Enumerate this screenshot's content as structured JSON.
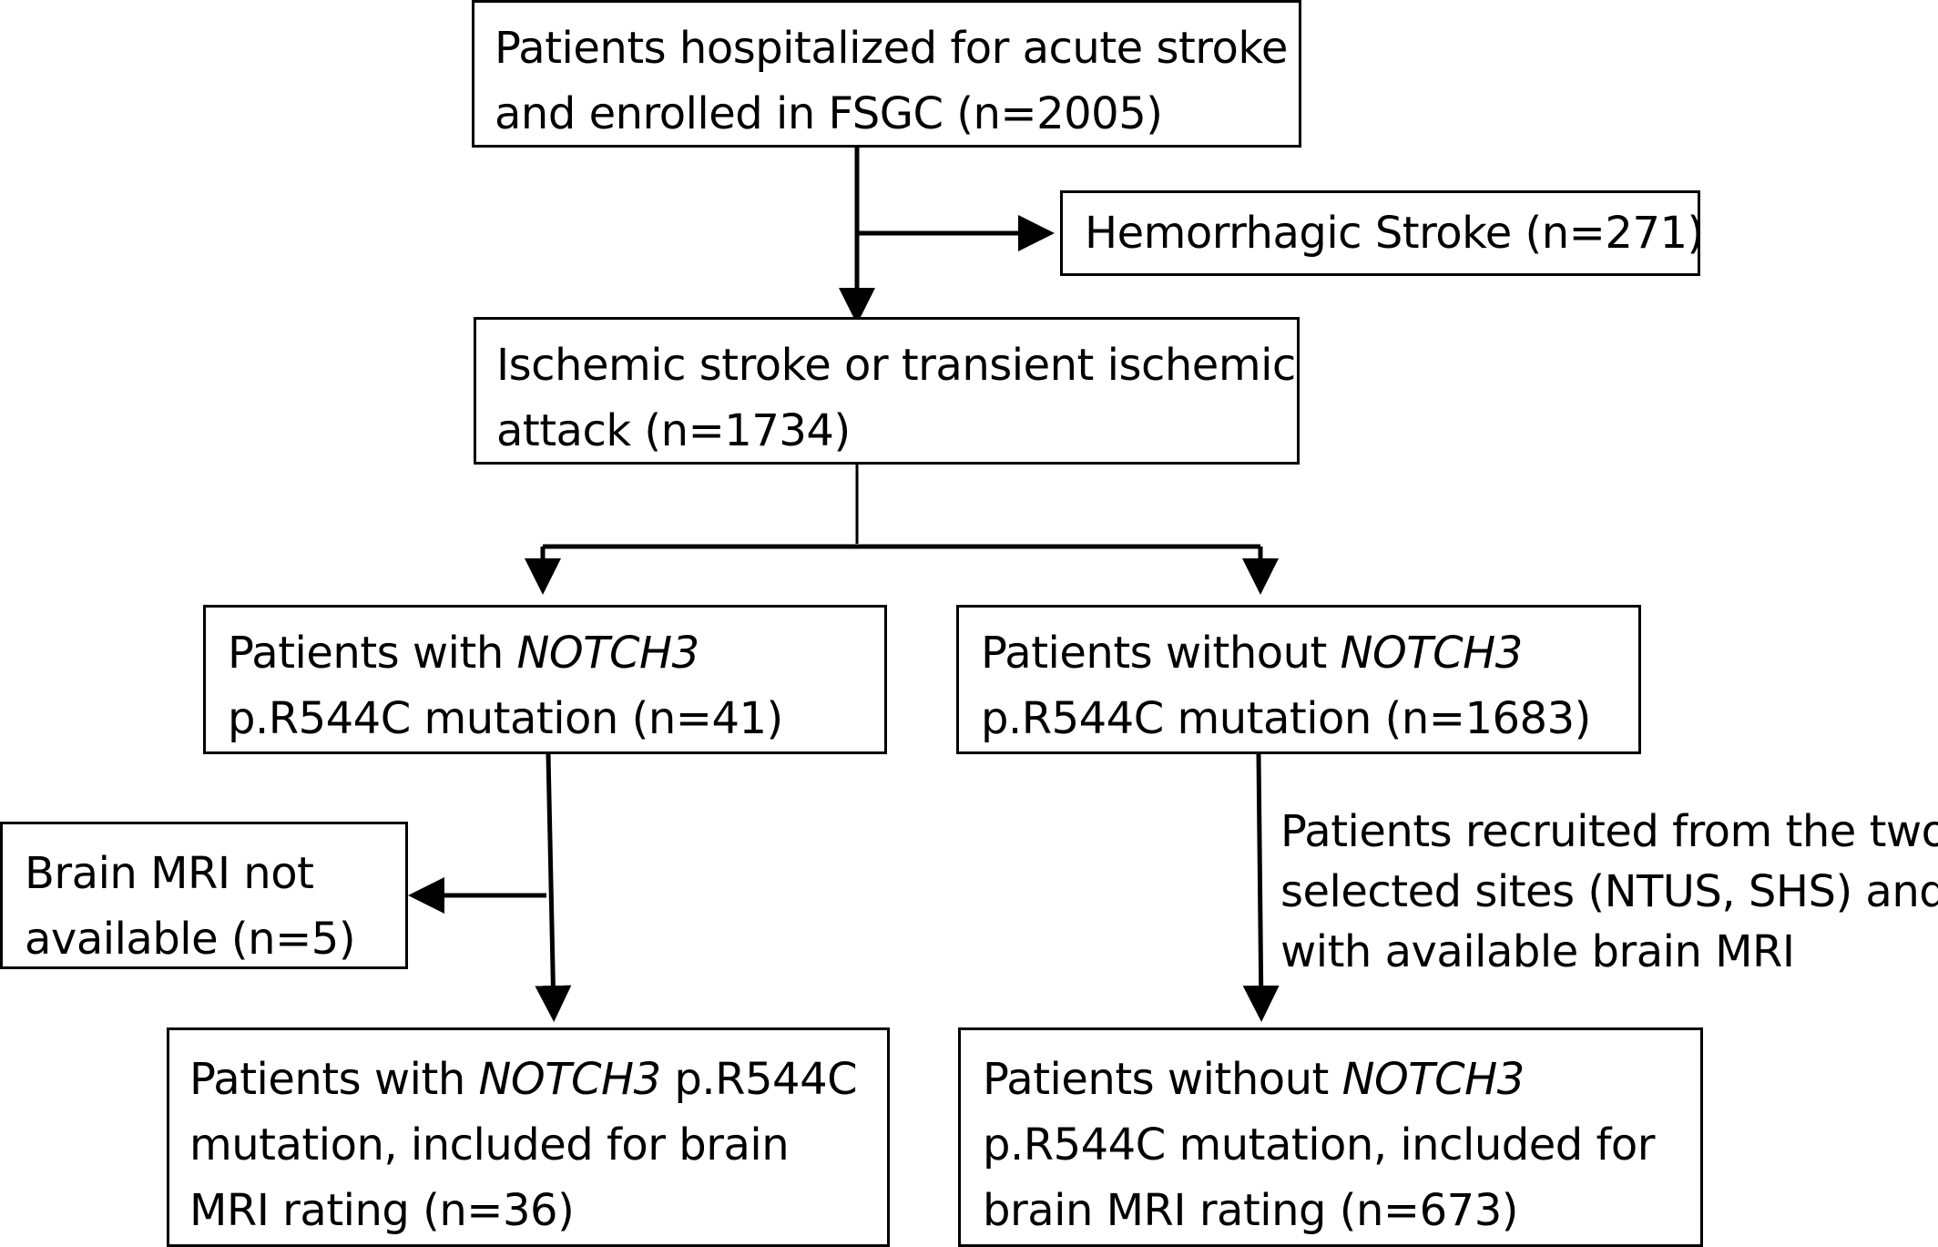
{
  "flowchart": {
    "enrolled": {
      "lines": [
        "Patients hospitalized for acute stroke",
        "and enrolled in FSGC (n=2005)"
      ]
    },
    "hemorrhagic": {
      "lines": [
        "Hemorrhagic Stroke (n=271)"
      ]
    },
    "ischemic": {
      "lines": [
        "Ischemic stroke or transient ischemic",
        "attack (n=1734)"
      ]
    },
    "with_mutation": {
      "line1_prefix": "Patients with ",
      "line1_gene": "NOTCH3",
      "line2": "p.R544C mutation (n=41)"
    },
    "without_mutation": {
      "line1_prefix": "Patients without ",
      "line1_gene": "NOTCH3",
      "line2": "p.R544C mutation (n=1683)"
    },
    "mri_not_available": {
      "lines": [
        "Brain MRI not",
        "available (n=5)"
      ]
    },
    "recruitment_note": {
      "lines": [
        "Patients recruited from the two",
        "selected sites (NTUS, SHS) and",
        "with available brain MRI"
      ]
    },
    "with_included": {
      "line1_prefix": "Patients with ",
      "line1_gene": "NOTCH3",
      "line1_suffix": " p.R544C",
      "line2": "mutation, included for brain",
      "line3": "MRI rating (n=36)"
    },
    "without_included": {
      "line1_prefix": "Patients without ",
      "line1_gene": "NOTCH3",
      "line2": "p.R544C mutation, included for",
      "line3": "brain MRI rating (n=673)"
    }
  },
  "colors": {
    "stroke": "#000000",
    "background": "#ffffff"
  }
}
